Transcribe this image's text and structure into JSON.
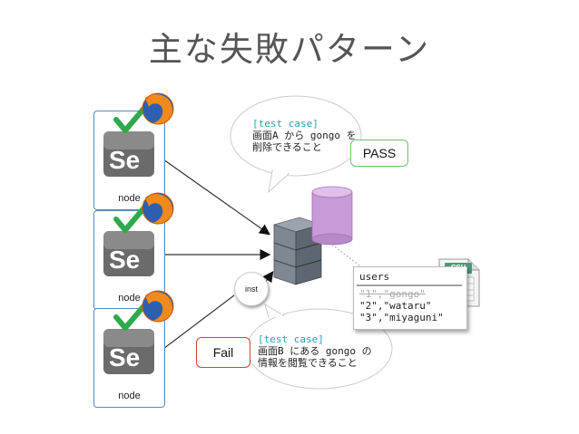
{
  "title": "主な失敗パターン",
  "nodes": [
    {
      "label": "node"
    },
    {
      "label": "node"
    },
    {
      "label": "node"
    }
  ],
  "selenium_logo_text": "Se",
  "pass_bubble": {
    "heading": "[test case]",
    "line1": "画面A から gongo を",
    "line2": "削除できること"
  },
  "pass_badge": "PASS",
  "fail_bubble": {
    "heading": "[test case]",
    "line1": "画面B にある gongo の",
    "line2": "情報を閲覧できること"
  },
  "fail_badge": "Fail",
  "inst_label": "inst",
  "users_table": {
    "title": "users",
    "rows": [
      "\"1\",\"gongo\"",
      "\"2\",\"wataru\"",
      "\"3\",\"miyaguni\""
    ]
  },
  "csv_label": "CSV",
  "colors": {
    "node_border": "#5a88b8",
    "pass_border": "#6fbf6f",
    "fail_border": "#e03a3a",
    "test_case_heading": "#2a9fb0",
    "database": "#c89ad8",
    "csv_green": "#4a9a7a"
  }
}
